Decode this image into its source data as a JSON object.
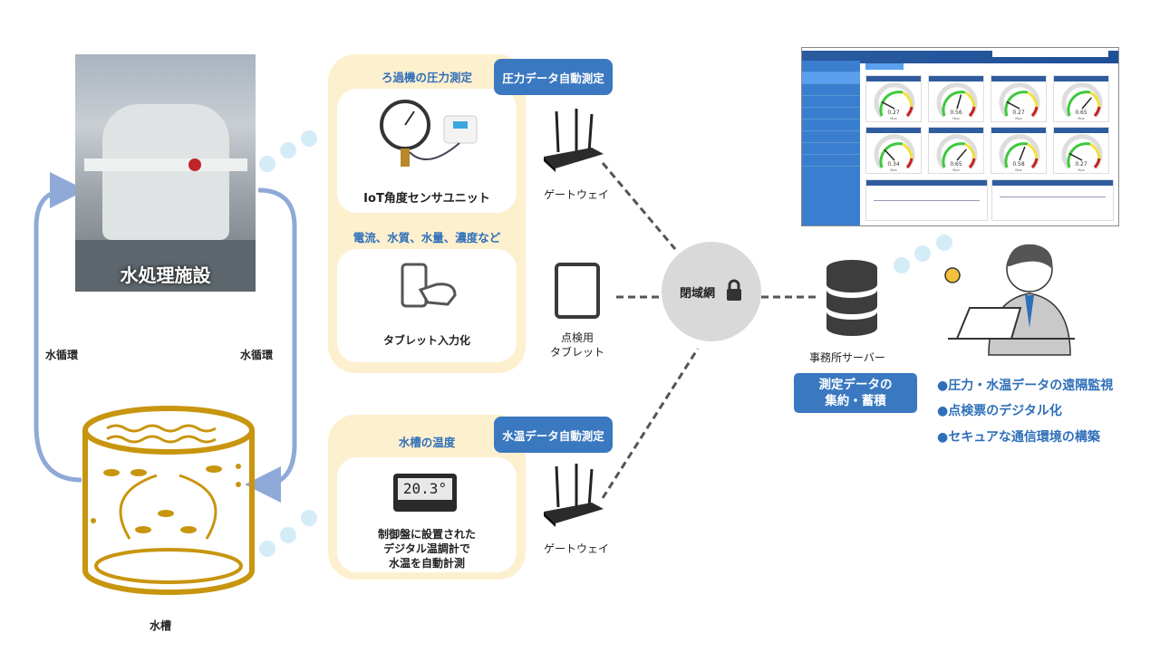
{
  "facility": {
    "photo_label": "水処理施設",
    "loop_left": "水循環",
    "loop_right": "水循環"
  },
  "tank": {
    "label": "水槽"
  },
  "pressure_panel": {
    "title": "ろ過機の圧力測定",
    "bubble": "圧力データ自動測定",
    "sensor_label": "IoT角度センサユニット",
    "title2": "電流、水質、水量、濃度など",
    "tablet_input_label": "タブレット入力化"
  },
  "gateway1": {
    "label": "ゲートウェイ"
  },
  "tablet": {
    "line1": "点検用",
    "line2": "タブレット"
  },
  "temp_panel": {
    "title": "水槽の温度",
    "bubble": "水温データ自動測定",
    "display": "20.3°",
    "line1": "制御盤に設置された",
    "line2": "デジタル温調計で",
    "line3": "水温を自動計測"
  },
  "gateway2": {
    "label": "ゲートウェイ"
  },
  "network": {
    "label": "閉域網",
    "icon": "lock-icon"
  },
  "server": {
    "label": "事務所サーバー",
    "box_line1": "測定データの",
    "box_line2": "集約・蓄積"
  },
  "dashboard": {
    "gauges": [
      {
        "value": "0.27",
        "unit": "Mpa"
      },
      {
        "value": "0.56",
        "unit": "Mpa"
      },
      {
        "value": "0.27",
        "unit": "Mpa"
      },
      {
        "value": "0.65",
        "unit": "Mpa"
      },
      {
        "value": "0.34",
        "unit": "Mpa"
      },
      {
        "value": "0.65",
        "unit": "Mpa"
      },
      {
        "value": "0.58",
        "unit": "Mpa"
      },
      {
        "value": "0.27",
        "unit": "Mpa"
      }
    ],
    "gauge_max": 1.0
  },
  "benefits": [
    "●圧力・水温データの遠隔監視",
    "●点検票のデジタル化",
    "●セキュアな通信環境の構築"
  ],
  "colors": {
    "accent": "#3a78c0",
    "panel": "#fdf0cf",
    "tank": "#c8950f",
    "loop_arrow": "#8fa9d8",
    "network": "#d9d9d9"
  }
}
